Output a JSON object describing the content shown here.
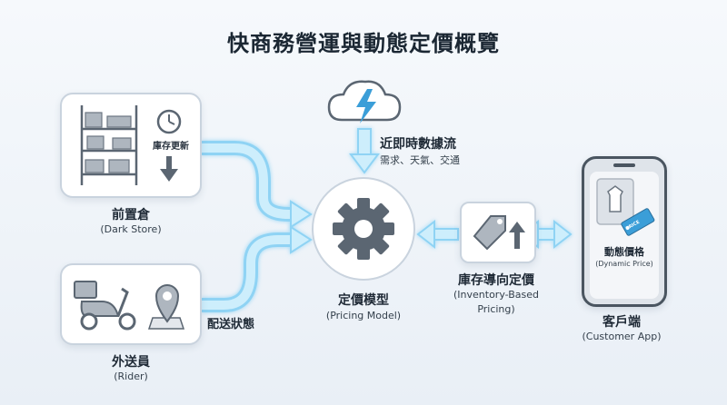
{
  "title": "快商務營運與動態定價概覽",
  "dark_store": {
    "name": "前置倉",
    "name_en": "(Dark Store)",
    "badge": "庫存更新"
  },
  "rider": {
    "name": "外送員",
    "name_en": "(Rider)",
    "status": "配送狀態"
  },
  "realtime": {
    "title": "近即時數據流",
    "items": "需求、天氣、交通"
  },
  "pricing_model": {
    "name": "定價模型",
    "name_en": "(Pricing Model)"
  },
  "inventory_pricing": {
    "name": "庫存導向定價",
    "name_en_1": "(Inventory-Based",
    "name_en_2": "Pricing)"
  },
  "customer": {
    "name": "客戶端",
    "name_en": "(Customer App)",
    "price_label": "動態價格",
    "price_label_en": "(Dynamic Price)",
    "tag_text": "PRICE"
  },
  "colors": {
    "flow": "#bfe6fa",
    "flow_edge": "#8fd3f4",
    "icon": "#5b6672",
    "accent": "#3b9ed8"
  }
}
